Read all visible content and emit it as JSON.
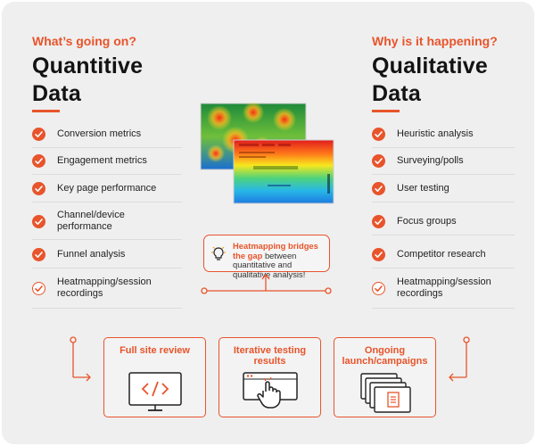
{
  "left": {
    "kicker": "What’s going on?",
    "heading_line1": "Quantitive",
    "heading_line2": "Data",
    "items": [
      {
        "label": "Conversion metrics",
        "icon": "check-filled-icon"
      },
      {
        "label": "Engagement metrics",
        "icon": "check-filled-icon"
      },
      {
        "label": "Key page performance",
        "icon": "check-filled-icon"
      },
      {
        "label": "Channel/device performance",
        "icon": "check-filled-icon"
      },
      {
        "label": "Funnel analysis",
        "icon": "check-filled-icon"
      },
      {
        "label": "Heatmapping/session recordings",
        "icon": "check-outline-icon"
      }
    ]
  },
  "right": {
    "kicker": "Why is it happening?",
    "heading_line1": "Qualitative",
    "heading_line2": "Data",
    "items": [
      {
        "label": "Heuristic analysis",
        "icon": "check-filled-icon"
      },
      {
        "label": "Surveying/polls",
        "icon": "check-filled-icon"
      },
      {
        "label": "User testing",
        "icon": "check-filled-icon"
      },
      {
        "label": "Focus groups",
        "icon": "check-filled-icon"
      },
      {
        "label": "Competitor research",
        "icon": "check-filled-icon"
      },
      {
        "label": "Heatmapping/session recordings",
        "icon": "check-outline-icon"
      }
    ]
  },
  "bridge": {
    "highlight": "Heatmapping bridges the gap",
    "rest": " between quantitative and qualitative analysis!",
    "icon": "lightbulb-icon"
  },
  "steps": [
    {
      "title": "Full site review",
      "icon": "code-monitor-icon"
    },
    {
      "title": "Iterative testing results",
      "icon": "click-hand-icon"
    },
    {
      "title": "Ongoing launch/campaigns",
      "icon": "stacked-pages-icon"
    }
  ],
  "colors": {
    "accent": "#e8542b",
    "background": "#efefef",
    "text": "#131313"
  }
}
